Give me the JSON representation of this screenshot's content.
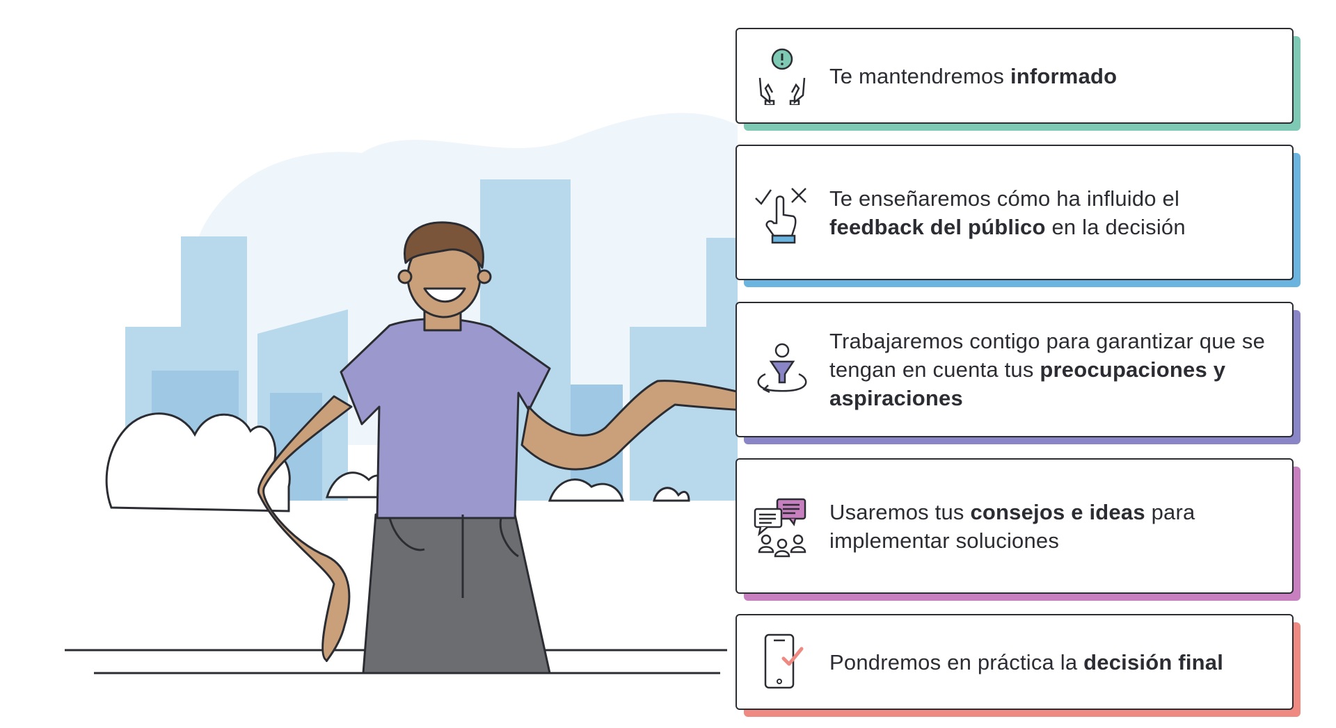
{
  "accent_colors": {
    "card1": "#7dc9b3",
    "card2": "#6bb4e0",
    "card3": "#8985c7",
    "card4": "#c77fc0",
    "card5": "#ee8a82",
    "sky": "#b8d8ec",
    "shirt": "#9a98cd",
    "pants": "#6b6d70",
    "skin": "#c9a07a"
  },
  "cards": [
    {
      "icon": "hands-alert-icon",
      "parts": [
        {
          "t": "Te mantendremos ",
          "b": false
        },
        {
          "t": "informado",
          "b": true
        }
      ]
    },
    {
      "icon": "hand-check-cross-icon",
      "parts": [
        {
          "t": "Te enseñaremos cómo ha influido el ",
          "b": false
        },
        {
          "t": "feedback del público",
          "b": true
        },
        {
          "t": " en la decisión",
          "b": false
        }
      ]
    },
    {
      "icon": "person-funnel-icon",
      "parts": [
        {
          "t": "Trabajaremos contigo para garantizar que se tengan en cuenta tus ",
          "b": false
        },
        {
          "t": "preocupaciones y aspiraciones",
          "b": true
        }
      ]
    },
    {
      "icon": "chat-group-icon",
      "parts": [
        {
          "t": "Usaremos tus ",
          "b": false
        },
        {
          "t": "consejos e ideas",
          "b": true
        },
        {
          "t": " para implementar soluciones",
          "b": false
        }
      ]
    },
    {
      "icon": "phone-check-icon",
      "parts": [
        {
          "t": "Pondremos en práctica la ",
          "b": false
        },
        {
          "t": "decisión final",
          "b": true
        }
      ]
    }
  ]
}
